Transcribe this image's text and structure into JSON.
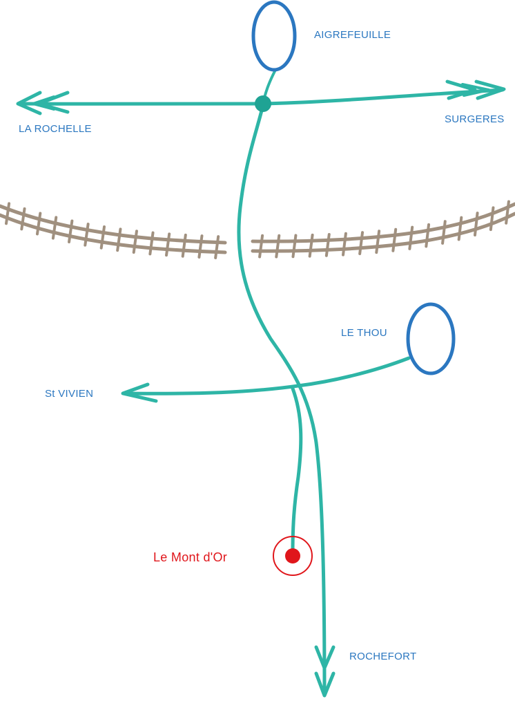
{
  "colors": {
    "road": "#2eb5a6",
    "junction": "#1fa394",
    "town": "#2b77c0",
    "rail": "#a0907f",
    "destination": "#e0161b",
    "background": "#ffffff"
  },
  "labels": {
    "aigrefeuille": "AIGREFEUILLE",
    "la_rochelle": "LA ROCHELLE",
    "surgeres": "SURGERES",
    "le_thou": "LE THOU",
    "st_vivien": "St VIVIEN",
    "rochefort": "ROCHEFORT",
    "destination": "Le Mont d'Or"
  },
  "icons": {
    "town_marker": "oval-ring",
    "junction": "filled-circle",
    "destination": "target-dot",
    "direction": "arrow-head",
    "railway": "rail-track"
  }
}
